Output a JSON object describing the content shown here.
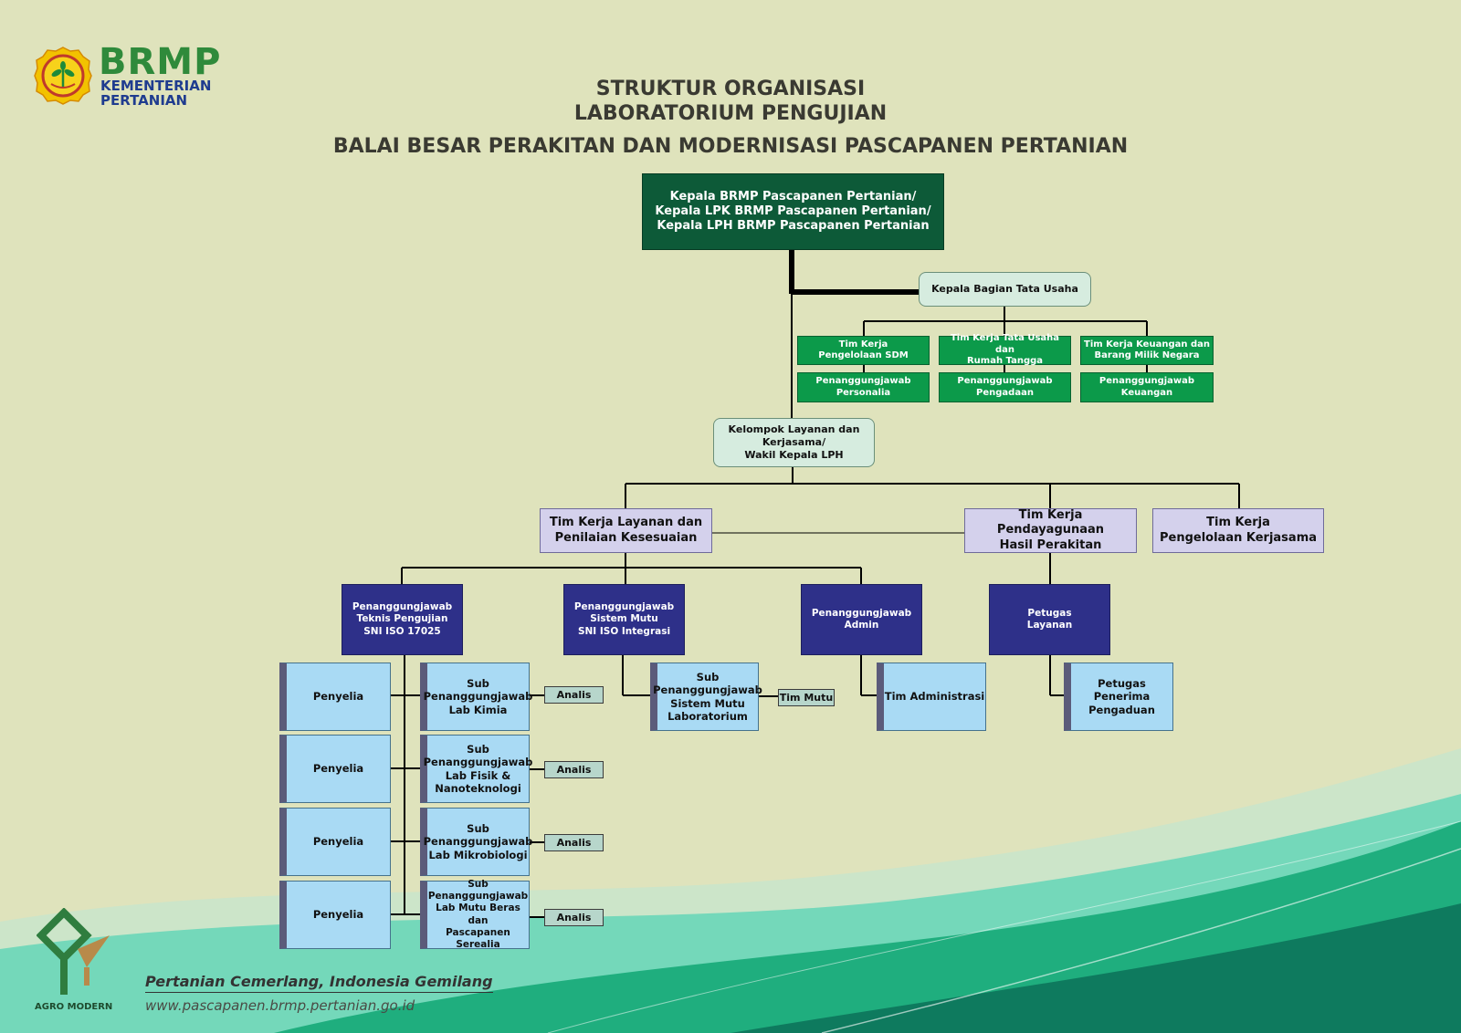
{
  "logo": {
    "brand": "BRMP",
    "line1": "KEMENTERIAN",
    "line2": "PERTANIAN"
  },
  "title": {
    "line1": "STRUKTUR ORGANISASI",
    "line2": "LABORATORIUM PENGUJIAN",
    "line3": "BALAI BESAR PERAKITAN DAN MODERNISASI PASCAPANEN PERTANIAN"
  },
  "nodes": {
    "head": "Kepala BRMP Pascapanen Pertanian/\nKepala LPK BRMP Pascapanen Pertanian/\nKepala LPH BRMP Pascapanen Pertanian",
    "tata_usaha": "Kepala Bagian Tata Usaha",
    "tk_sdm": "Tim Kerja\nPengelolaan SDM",
    "tk_rt": "Tim Kerja Tata Usaha dan\nRumah Tangga",
    "tk_keu": "Tim Kerja Keuangan dan\nBarang Milik Negara",
    "pj_personalia": "Penanggungjawab\nPersonalia",
    "pj_pengadaan": "Penanggungjawab\nPengadaan",
    "pj_keuangan": "Penanggungjawab\nKeuangan",
    "kelompok": "Kelompok Layanan dan\nKerjasama/\nWakil Kepala LPH",
    "tk_layanan": "Tim Kerja Layanan dan\nPenilaian Kesesuaian",
    "tk_pendayagunaan": "Tim Kerja Pendayagunaan\nHasil Perakitan",
    "tk_kerjasama": "Tim Kerja\nPengelolaan Kerjasama",
    "pj_teknis": "Penanggungjawab\nTeknis Pengujian\nSNI ISO 17025",
    "pj_mutu": "Penanggungjawab\nSistem Mutu\nSNI ISO Integrasi",
    "pj_admin": "Penanggungjawab\nAdmin",
    "petugas_layanan": "Petugas\nLayanan",
    "penyelia": "Penyelia",
    "sub_kimia": "Sub\nPenanggungjawab\nLab Kimia",
    "sub_fisik": "Sub\nPenanggungjawab\nLab Fisik &\nNanoteknologi",
    "sub_mikro": "Sub\nPenanggungjawab\nLab Mikrobiologi",
    "sub_beras": "Sub\nPenanggungjawab\nLab Mutu Beras dan\nPascapanen Serealia",
    "analis": "Analis",
    "sub_mutu": "Sub\nPenanggungjawab\nSistem Mutu\nLaboratorium",
    "tim_mutu": "Tim Mutu",
    "tim_admin": "Tim Administrasi",
    "petugas_pengaduan": "Petugas Penerima\nPengaduan"
  },
  "footer": {
    "slogan": "Pertanian Cemerlang, Indonesia Gemilang",
    "url": "www.pascapanen.brmp.pertanian.go.id",
    "badge": "AGRO MODERN"
  },
  "colors": {
    "dark_green": "#0d5a38",
    "green": "#0c9a4a",
    "navy": "#2e3089",
    "lavender": "#d4d1ec",
    "light_blue": "#a9daf4",
    "background": "#dfe3bc"
  }
}
